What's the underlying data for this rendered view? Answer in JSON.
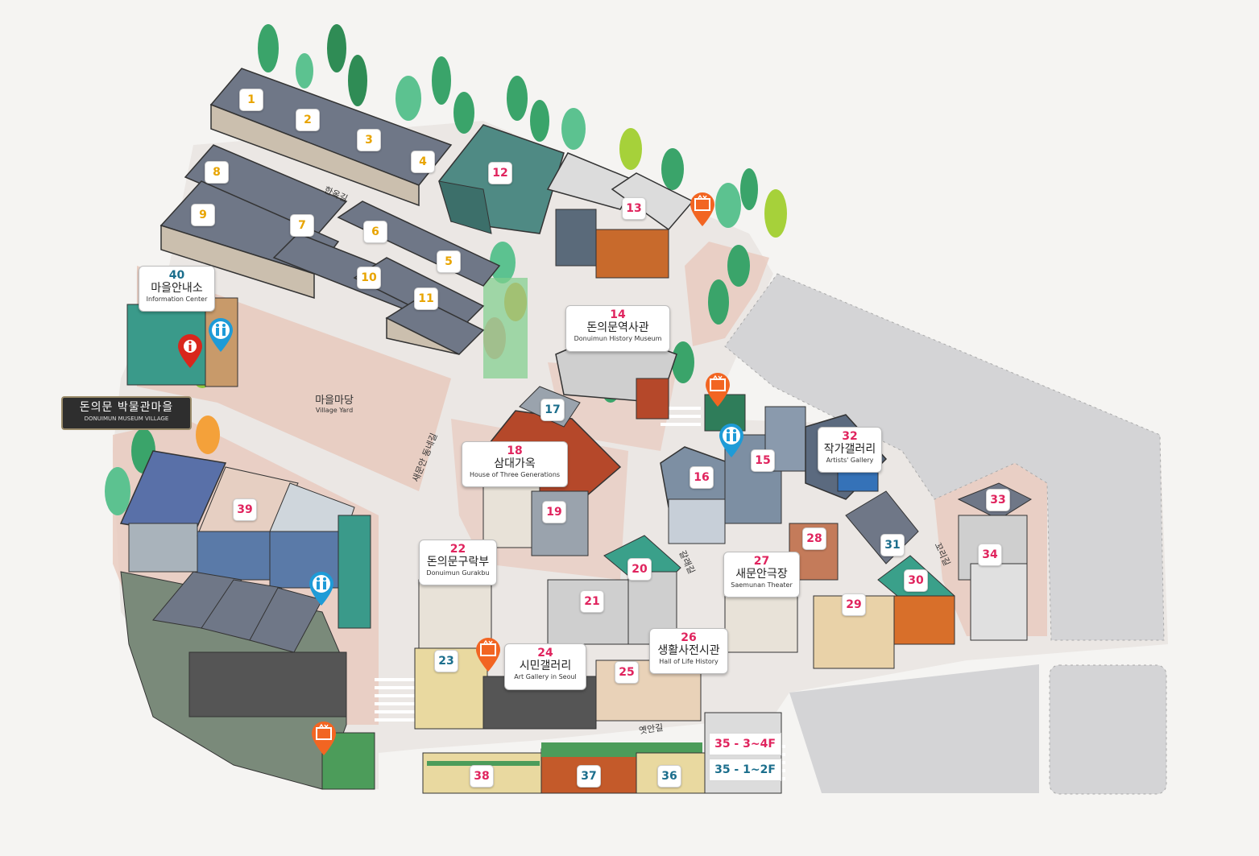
{
  "sign": {
    "korean": "돈의문 박물관마을",
    "english": "DONUIMUN MUSEUM VILLAGE"
  },
  "places": [
    {
      "num": "1"
    },
    {
      "num": "2"
    },
    {
      "num": "3"
    },
    {
      "num": "4"
    },
    {
      "num": "5"
    },
    {
      "num": "6"
    },
    {
      "num": "7"
    },
    {
      "num": "8"
    },
    {
      "num": "9"
    },
    {
      "num": "10"
    },
    {
      "num": "11"
    },
    {
      "num": "12"
    },
    {
      "num": "13"
    },
    {
      "num": "15"
    },
    {
      "num": "16"
    },
    {
      "num": "17"
    },
    {
      "num": "19"
    },
    {
      "num": "20"
    },
    {
      "num": "21"
    },
    {
      "num": "23"
    },
    {
      "num": "25"
    },
    {
      "num": "28"
    },
    {
      "num": "29"
    },
    {
      "num": "30"
    },
    {
      "num": "31"
    },
    {
      "num": "33"
    },
    {
      "num": "34"
    },
    {
      "num": "36"
    },
    {
      "num": "37"
    },
    {
      "num": "38"
    },
    {
      "num": "39"
    }
  ],
  "cards": [
    {
      "num": "40",
      "korean": "마을안내소",
      "english": "Information Center"
    },
    {
      "num": "14",
      "korean": "돈의문역사관",
      "english": "Donuimun History Museum"
    },
    {
      "num": "18",
      "korean": "삼대가옥",
      "english": "House of Three Generations"
    },
    {
      "num": "22",
      "korean": "돈의문구락부",
      "english": "Donuimun Gurakbu"
    },
    {
      "num": "24",
      "korean": "시민갤러리",
      "english": "Art Gallery in Seoul"
    },
    {
      "num": "26",
      "korean": "생활사전시관",
      "english": "Hall of Life History"
    },
    {
      "num": "27",
      "korean": "새문안극장",
      "english": "Saemunan Theater"
    },
    {
      "num": "32",
      "korean": "작가갤러리",
      "english": "Artists' Gallery"
    }
  ],
  "village_yard": {
    "korean": "마을마당",
    "english": "Village Yard"
  },
  "roads": {
    "hanok": "한옥길",
    "saemunan": "새문안 동네길",
    "galdae": "갈래길",
    "kkori": "꼬리길",
    "yetan": "옛안길"
  },
  "floors": {
    "upper": "35 - 3~4F",
    "lower": "35 - 1~2F"
  },
  "colors": {
    "hanok_number": "#e8a400",
    "building_number": "#e0245e",
    "info_number": "#1b6e8c",
    "elevator_pin": "#f26522",
    "restroom_pin": "#1e9bd7",
    "info_pin": "#d9261c"
  }
}
